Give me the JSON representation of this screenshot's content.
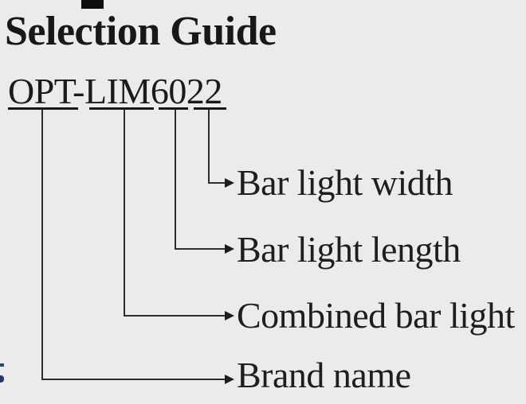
{
  "page": {
    "title": "Selection Guide",
    "colors": {
      "background": "#ebebeb",
      "text": "#1f1d1e",
      "connector_line": "#2d2d2d",
      "underline": "#161616"
    }
  },
  "model_code": {
    "text": "OPT-LIM6022",
    "segments": [
      {
        "text": "OPT",
        "meaning": "Brand name"
      },
      {
        "text": "LIM",
        "meaning": "Combined bar light"
      },
      {
        "text": "60",
        "meaning": "Bar light length"
      },
      {
        "text": "22",
        "meaning": "Bar light width"
      }
    ]
  },
  "callouts": [
    {
      "text": "Bar light width"
    },
    {
      "text": "Bar light length"
    },
    {
      "text": "Combined bar light"
    },
    {
      "text": "Brand name"
    }
  ],
  "icons": {
    "arrowhead": "right-arrowhead"
  }
}
